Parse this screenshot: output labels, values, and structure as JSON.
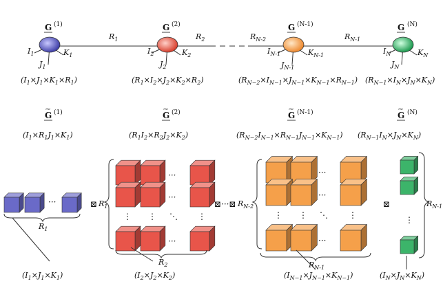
{
  "top_chain": {
    "nodes": [
      {
        "name": "G",
        "superscript": "(1)",
        "color": "#6060c0",
        "shape": "(I_1×J_1×K_1×R_1)",
        "legs": [
          "I_1",
          "J_1",
          "K_1"
        ]
      },
      {
        "name": "G",
        "superscript": "(2)",
        "color": "#e8665a",
        "shape": "(R_1×I_2×J_2×K_2×R_2)",
        "legs": [
          "I_2",
          "J_2",
          "K_2"
        ]
      },
      {
        "name": "G",
        "superscript": "(N-1)",
        "color": "#f5a85a",
        "shape": "(R_{N−2}×I_{N−1}×J_{N−1}×K_{N−1}×R_{N−1})",
        "legs": [
          "I_{N-1}",
          "J_{N-1}",
          "K_{N-1}"
        ]
      },
      {
        "name": "G",
        "superscript": "(N)",
        "color": "#4bbf7a",
        "shape": "(R_{N−1}×I_N×J_N×K_N)",
        "legs": [
          "I_N",
          "J_N",
          "K_N"
        ]
      }
    ],
    "bonds": [
      "R_1",
      "R_2",
      "R_{N-2}",
      "R_{N-1}"
    ]
  },
  "bottom_row": {
    "matrices": [
      {
        "name": "G̃",
        "superscript": "(1)",
        "shape": "(I_1×R_1J_1×K_1)",
        "color": "#6a6ac8",
        "rows": 1,
        "cols": 4,
        "row_label": "",
        "col_label": "R_1",
        "block_shape": "(I_1×J_1×K_1)"
      },
      {
        "name": "G̃",
        "superscript": "(2)",
        "shape": "(R_1I_2×R_2J_2×K_2)",
        "color": "#e8554a",
        "rows": 4,
        "cols": 4,
        "row_label": "R_1",
        "col_label": "R_2",
        "block_shape": "(I_2×J_2×K_2)"
      },
      {
        "name": "G̃",
        "superscript": "(N-1)",
        "shape": "(R_{N−2}I_{N−1}×R_{N−1}J_{N−1}×K_{N−1})",
        "color": "#f5a04a",
        "rows": 4,
        "cols": 4,
        "row_label": "R_{N-2}",
        "col_label": "R_{N-1}",
        "block_shape": "(I_{N−1}×J_{N−1}×K_{N−1})"
      },
      {
        "name": "G̃",
        "superscript": "(N)",
        "shape": "(R_{N−1}I_N×J_N×K_N)",
        "color": "#3cb46a",
        "rows": 4,
        "cols": 1,
        "row_label": "R_{N-1}",
        "col_label": "",
        "block_shape": "(I_N×J_N×K_N)"
      }
    ],
    "operator": "⊠",
    "ellipsis_h": "···",
    "ellipsis_v": "⋮",
    "ellipsis_d": "⋱"
  }
}
